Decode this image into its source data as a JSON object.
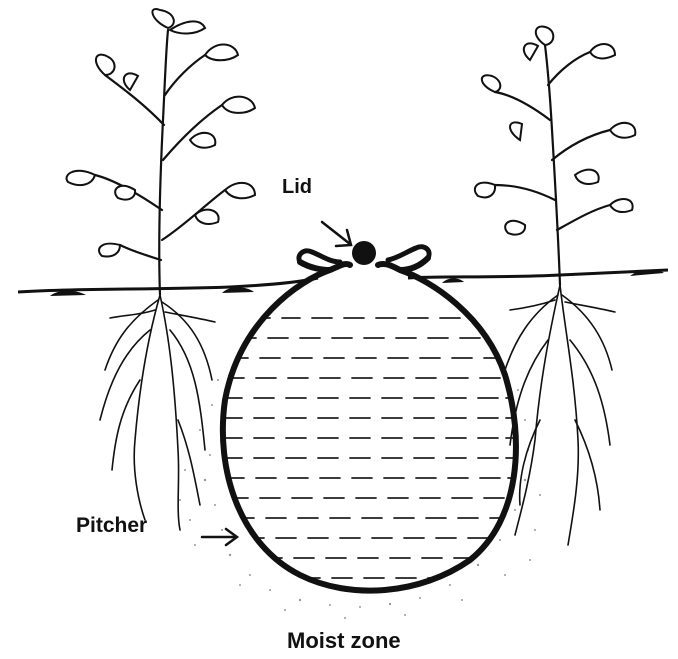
{
  "labels": {
    "lid": "Lid",
    "pitcher": "Pitcher",
    "moist_zone": "Moist zone"
  },
  "colors": {
    "ink": "#111111",
    "background": "#ffffff"
  },
  "icons": {
    "lid_arrow": "arrow-down-right-icon",
    "pitcher_arrow": "arrow-right-icon"
  }
}
